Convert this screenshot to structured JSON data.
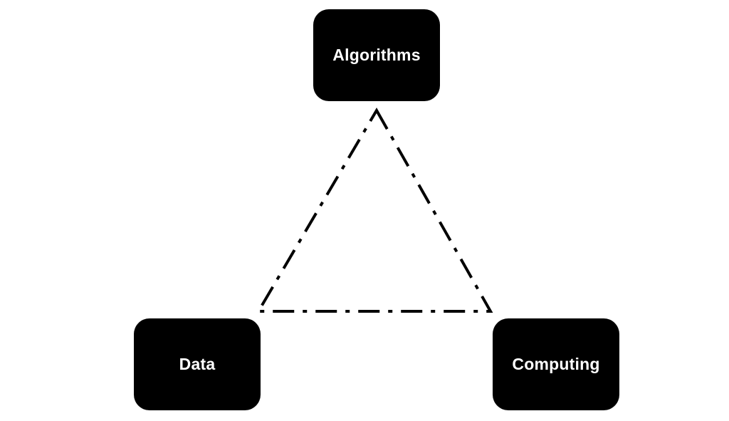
{
  "diagram": {
    "nodes": [
      {
        "id": "algorithms",
        "label": "Algorithms"
      },
      {
        "id": "data",
        "label": "Data"
      },
      {
        "id": "computing",
        "label": "Computing"
      }
    ],
    "connections": [
      {
        "from": "algorithms",
        "to": "computing",
        "style": "dash-dot"
      },
      {
        "from": "computing",
        "to": "data",
        "style": "dash-dot"
      },
      {
        "from": "data",
        "to": "algorithms",
        "style": "dash-dot"
      }
    ],
    "node_fill": "#000000",
    "node_text_color": "#ffffff",
    "line_color": "#000000"
  }
}
